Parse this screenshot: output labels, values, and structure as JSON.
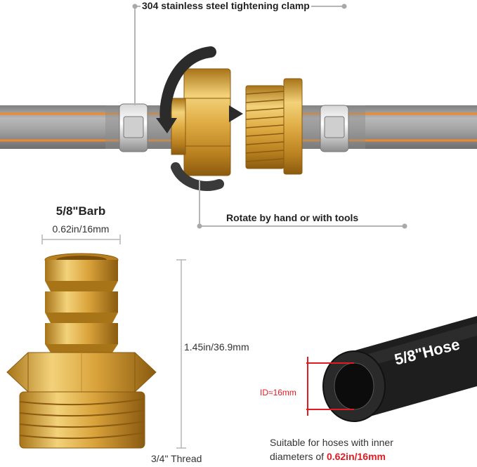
{
  "callouts": {
    "clamp": "304 stainless steel tightening clamp",
    "rotate": "Rotate by hand or with tools"
  },
  "barb": {
    "title": "5/8\"Barb",
    "diameter": "0.62in/16mm",
    "height": "1.45in/36.9mm",
    "thread": "3/4\" Thread"
  },
  "hose": {
    "label": "5/8\"Hose",
    "id_label": "ID≈16mm",
    "note_line1": "Suitable for hoses with inner",
    "note_line2_prefix": "diameters of ",
    "note_line2_value": "0.62in/16mm"
  },
  "colors": {
    "brass": "#d9a93a",
    "hose_gray": "#9a9a9a",
    "hose_stripe": "#f08a2a",
    "accent_red": "#e11b22",
    "dim_line": "#b5b5b5"
  }
}
